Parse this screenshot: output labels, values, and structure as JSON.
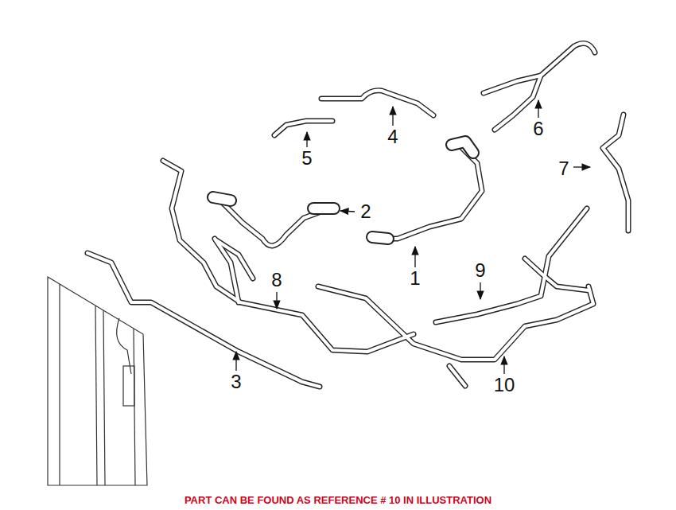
{
  "diagram": {
    "caption": "PART CAN BE FOUND AS REFERENCE # 10 IN ILLUSTRATION",
    "labels": [
      "4",
      "6",
      "5",
      "7",
      "2",
      "8",
      "9",
      "1",
      "3",
      "10"
    ]
  }
}
